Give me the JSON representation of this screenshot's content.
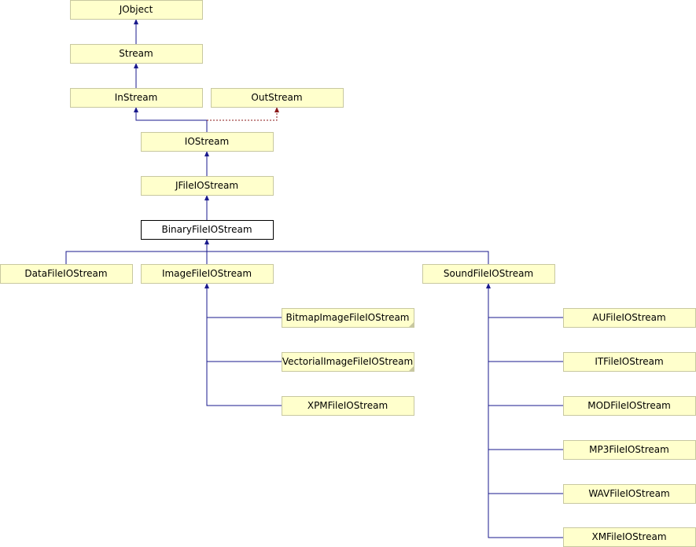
{
  "colors": {
    "node_fill": "#ffffcc",
    "current_fill": "#ffffff",
    "public_edge": "#1a1a8c",
    "protected_edge": "#8b1a1a",
    "fold_marker": "#c8c8a0"
  },
  "nodes": {
    "jobject": "JObject",
    "stream": "Stream",
    "instream": "InStream",
    "outstream": "OutStream",
    "iostream": "IOStream",
    "jfileiostream": "JFileIOStream",
    "binaryfileiostream": "BinaryFileIOStream",
    "datafileiostream": "DataFileIOStream",
    "imagefileiostream": "ImageFileIOStream",
    "soundfileiostream": "SoundFileIOStream",
    "bitmapimagefileiostream": "BitmapImageFileIOStream",
    "vectorialimagefileiostream": "VectorialImageFileIOStream",
    "xpmfileiostream": "XPMFileIOStream",
    "aufileiostream": "AUFileIOStream",
    "itfileiostream": "ITFileIOStream",
    "modfileiostream": "MODFileIOStream",
    "mp3fileiostream": "MP3FileIOStream",
    "wavfileiostream": "WAVFileIOStream",
    "xmfileiostream": "XMFileIOStream"
  },
  "edges": [
    {
      "from": "stream",
      "to": "jobject",
      "kind": "public"
    },
    {
      "from": "instream",
      "to": "stream",
      "kind": "public"
    },
    {
      "from": "iostream",
      "to": "instream",
      "kind": "public"
    },
    {
      "from": "iostream",
      "to": "outstream",
      "kind": "protected"
    },
    {
      "from": "jfileiostream",
      "to": "iostream",
      "kind": "public"
    },
    {
      "from": "binaryfileiostream",
      "to": "jfileiostream",
      "kind": "public"
    },
    {
      "from": "datafileiostream",
      "to": "binaryfileiostream",
      "kind": "public"
    },
    {
      "from": "imagefileiostream",
      "to": "binaryfileiostream",
      "kind": "public"
    },
    {
      "from": "soundfileiostream",
      "to": "binaryfileiostream",
      "kind": "public"
    },
    {
      "from": "bitmapimagefileiostream",
      "to": "imagefileiostream",
      "kind": "public"
    },
    {
      "from": "vectorialimagefileiostream",
      "to": "imagefileiostream",
      "kind": "public"
    },
    {
      "from": "xpmfileiostream",
      "to": "imagefileiostream",
      "kind": "public"
    },
    {
      "from": "aufileiostream",
      "to": "soundfileiostream",
      "kind": "public"
    },
    {
      "from": "itfileiostream",
      "to": "soundfileiostream",
      "kind": "public"
    },
    {
      "from": "modfileiostream",
      "to": "soundfileiostream",
      "kind": "public"
    },
    {
      "from": "mp3fileiostream",
      "to": "soundfileiostream",
      "kind": "public"
    },
    {
      "from": "wavfileiostream",
      "to": "soundfileiostream",
      "kind": "public"
    },
    {
      "from": "xmfileiostream",
      "to": "soundfileiostream",
      "kind": "public"
    }
  ]
}
